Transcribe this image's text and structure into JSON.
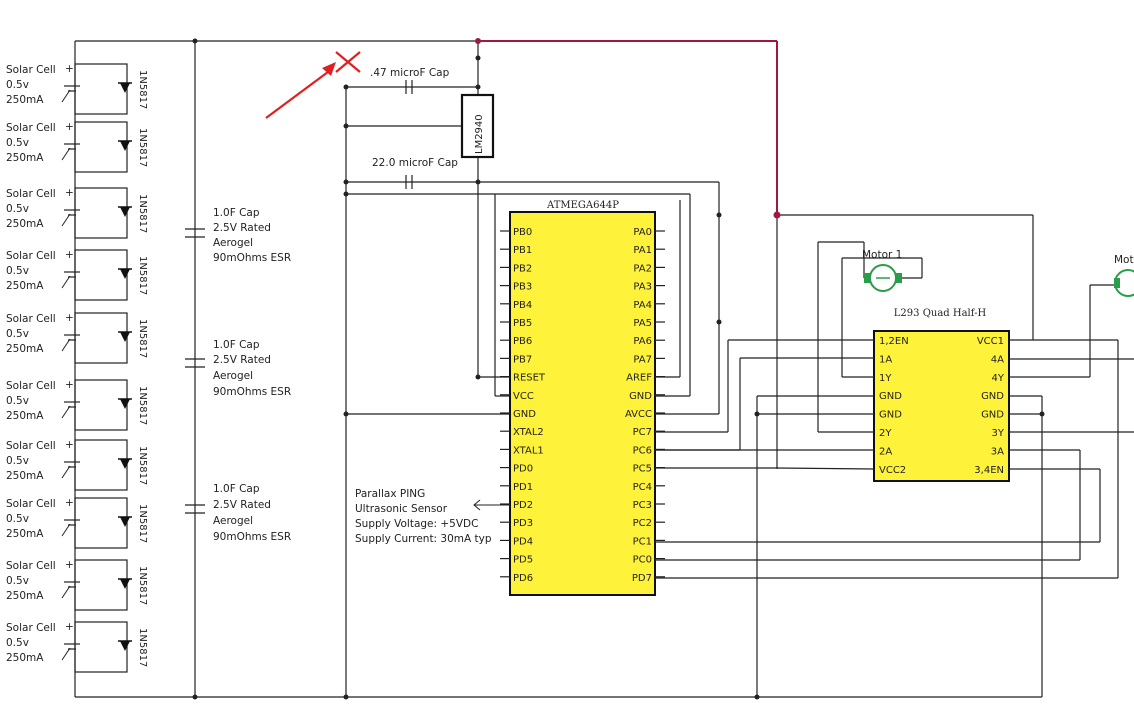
{
  "solar_cell": {
    "name": "Solar Cell",
    "voltage": "0.5v",
    "current": "250mA",
    "plus": "+",
    "diode": "1N5817"
  },
  "capacitors": [
    {
      "line1": "1.0F Cap",
      "line2": "2.5V Rated",
      "line3": "Aerogel",
      "line4": "90mOhms ESR"
    },
    {
      "line1": "1.0F Cap",
      "line2": "2.5V Rated",
      "line3": "Aerogel",
      "line4": "90mOhms ESR"
    },
    {
      "line1": "1.0F Cap",
      "line2": "2.5V Rated",
      "line3": "Aerogel",
      "line4": "90mOhms ESR"
    }
  ],
  "small_caps": {
    "cap1": ".47 microF Cap",
    "cap2": "22.0 microF Cap"
  },
  "regulator": "LM2940",
  "mcu": {
    "title": "ATMEGA644P",
    "left_pins": [
      "PB0",
      "PB1",
      "PB2",
      "PB3",
      "PB4",
      "PB5",
      "PB6",
      "PB7",
      "RESET",
      "VCC",
      "GND",
      "XTAL2",
      "XTAL1",
      "PD0",
      "PD1",
      "PD2",
      "PD3",
      "PD4",
      "PD5",
      "PD6"
    ],
    "right_pins": [
      "PA0",
      "PA1",
      "PA2",
      "PA3",
      "PA4",
      "PA5",
      "PA6",
      "PA7",
      "AREF",
      "GND",
      "AVCC",
      "PC7",
      "PC6",
      "PC5",
      "PC4",
      "PC3",
      "PC2",
      "PC1",
      "PC0",
      "PD7"
    ]
  },
  "driver": {
    "title": "L293 Quad Half-H",
    "left_pins": [
      "1,2EN",
      "1A",
      "1Y",
      "GND",
      "GND",
      "2Y",
      "2A",
      "VCC2"
    ],
    "right_pins": [
      "VCC1",
      "4A",
      "4Y",
      "GND",
      "GND",
      "3Y",
      "3A",
      "3,4EN"
    ]
  },
  "motors": {
    "motor1": "Motor 1",
    "motor2": "Mot"
  },
  "sensor": {
    "line1": "Parallax PING",
    "line2": "Ultrasonic Sensor",
    "line3": "Supply Voltage: +5VDC",
    "line4": "Supply Current: 30mA typ"
  },
  "colors": {
    "wire": "#222222",
    "highlight_wire": "#a01840",
    "chip": "#fff23a",
    "marker": "#e02020",
    "motor": "#2a9d4a"
  }
}
